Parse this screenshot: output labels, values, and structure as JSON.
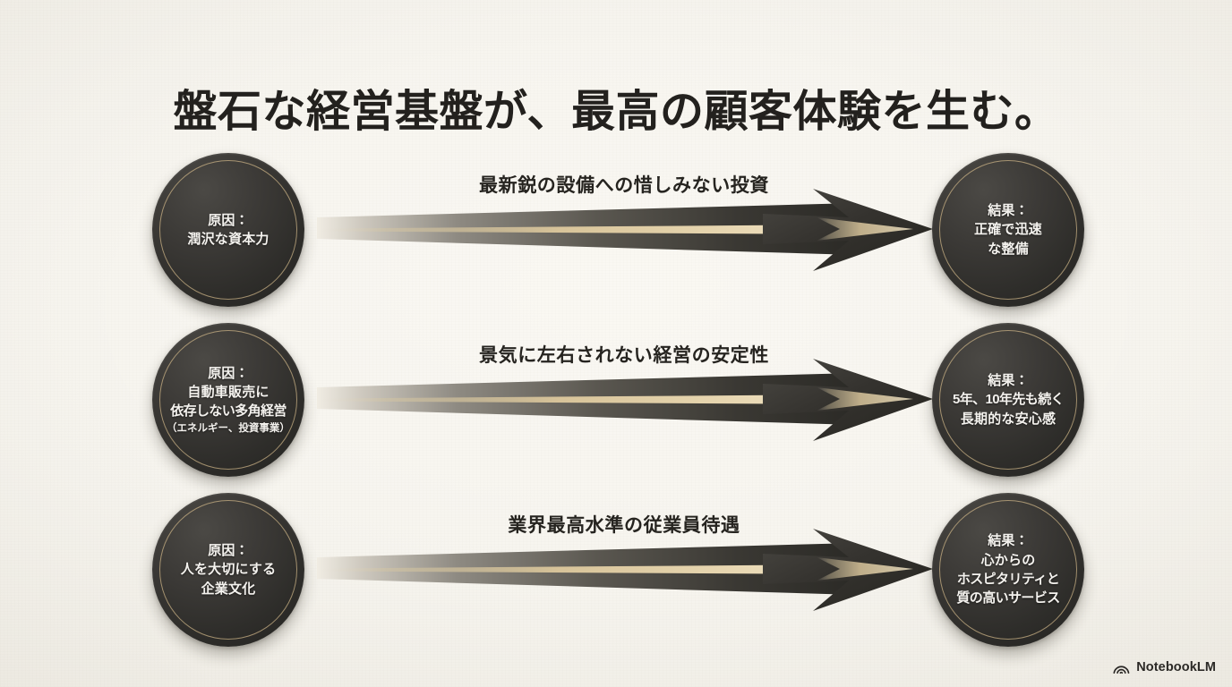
{
  "slide": {
    "title": "盤石な経営基盤が、最高の顧客体験を生む。",
    "background_color": "#f6f4ee",
    "accent_gold": "#ceb688",
    "node_color": "#2e2d2a",
    "text_color": "#23211e"
  },
  "rows": [
    {
      "cause": {
        "lines": [
          "原因：",
          "潤沢な資本力"
        ],
        "label": "原因"
      },
      "arrow_label": "最新鋭の設備への惜しみない投資",
      "result": {
        "lines": [
          "結果：",
          "正確で迅速",
          "な整備"
        ],
        "label": "結果"
      }
    },
    {
      "cause": {
        "lines": [
          "原因：",
          "自動車販売に",
          "依存しない多角経営"
        ],
        "note": "（エネルギー、投資事業）",
        "label": "原因"
      },
      "arrow_label": "景気に左右されない経営の安定性",
      "result": {
        "lines": [
          "結果：",
          "5年、10年先も続く",
          "長期的な安心感"
        ],
        "label": "結果"
      }
    },
    {
      "cause": {
        "lines": [
          "原因：",
          "人を大切にする",
          "企業文化"
        ],
        "label": "原因"
      },
      "arrow_label": "業界最高水準の従業員待遇",
      "result": {
        "lines": [
          "結果：",
          "心からの",
          "ホスピタリティと",
          "質の高いサービス"
        ],
        "label": "結果"
      }
    }
  ],
  "brand": {
    "name": "NotebookLM",
    "icon": "notebooklm-spiral-icon"
  }
}
